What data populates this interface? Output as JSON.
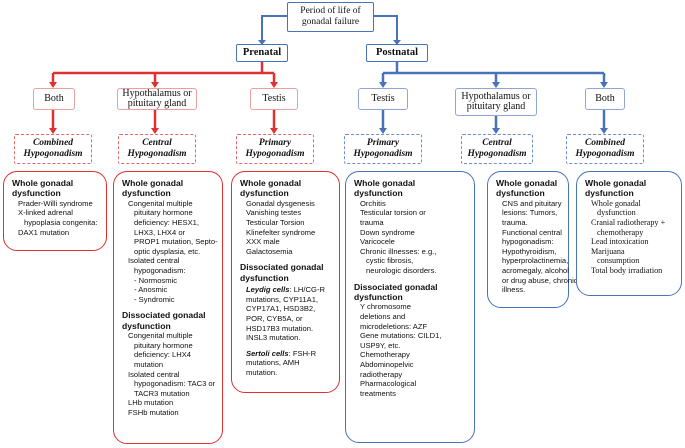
{
  "root": {
    "line1": "Period of life of",
    "line2": "gonadal failure"
  },
  "prenatal": {
    "label": "Prenatal",
    "categories": {
      "both": "Both",
      "hypo1": "Hypothalamus or",
      "hypo2": "pituitary gland",
      "testis": "Testis"
    },
    "diagnoses": {
      "combined1": "Combined",
      "combined2": "Hypogonadism",
      "central1": "Central",
      "central2": "Hypogonadism",
      "primary1": "Primary",
      "primary2": "Hypogonadism"
    },
    "both_box": {
      "heading": "Whole gonadal dysfunction",
      "lines": [
        "Prader-Willi syndrome",
        "X-linked adrenal",
        "hypoplasia congenita:",
        "DAX1 mutation"
      ]
    },
    "central_box": {
      "heading1": "Whole gonadal",
      "heading2": "dysfunction",
      "lines1": [
        "Congenital multiple",
        "pituitary hormone",
        "deficiency: HESX1,",
        "LHX3, LHX4 or",
        "PROP1 mutation, Septo-",
        "optic dysplasia, etc.",
        "Isolated central",
        "hypogonadism:",
        "- Normosmic",
        "- Anosmic",
        "- Syndromic"
      ],
      "heading3": "Dissociated gonadal",
      "heading4": "dysfunction",
      "lines2": [
        "Congenital multiple",
        "pituitary hormone",
        "deficiency: LHX4",
        "mutation",
        "Isolated central",
        "hypogonadism: TAC3 or",
        "TACR3 mutation",
        "LHb mutation",
        "FSHb mutation"
      ]
    },
    "primary_box": {
      "heading1": "Whole gonadal",
      "heading2": "dysfunction",
      "lines1": [
        "Gonadal dysgenesis",
        "Vanishing testes",
        "Testicular Torsion",
        "Klinefelter syndrome",
        "XXX male",
        "Galactosemia"
      ],
      "heading3": "Dissociated gonadal",
      "heading4": "dysfunction",
      "leydig_label": "Leydig cells",
      "leydig_lines": [
        ": LH/CG-R",
        "mutations, CYP11A1,",
        "CYP17A1, HSD3B2,",
        "POR, CYB5A, or",
        "HSD17B3 mutation.",
        "INSL3 mutation."
      ],
      "sertoli_label": "Sertoli cells",
      "sertoli_lines": [
        ": FSH-R",
        "mutations, AMH",
        "mutation."
      ]
    }
  },
  "postnatal": {
    "label": "Postnatal",
    "categories": {
      "testis": "Testis",
      "hypo1": "Hypothalamus or",
      "hypo2": "pituitary gland",
      "both": "Both"
    },
    "diagnoses": {
      "primary1": "Primary",
      "primary2": "Hypogonadism",
      "central1": "Central",
      "central2": "Hypogonadism",
      "combined1": "Combined",
      "combined2": "Hypogonadism"
    },
    "primary_box": {
      "heading1": "Whole gonadal",
      "heading2": "dysfunction",
      "lines1": [
        "Orchitis",
        "Testicular torsion or",
        "trauma",
        "Down syndrome",
        "Varicocele",
        "Chronic illnesses: e.g.,",
        "cystic fibrosis,",
        "neurologic disorders."
      ],
      "heading3": "Dissociated gonadal",
      "heading4": "dysfunction",
      "lines2": [
        "Y chromosome",
        "deletions and",
        "microdeletions: AZF",
        "Gene mutations: CILD1,",
        "USP9Y, etc.",
        "Chemotherapy",
        "Abdominopelvic",
        "radiotherapy",
        "Pharmacological",
        "treatments"
      ]
    },
    "central_box": {
      "heading1": "Whole gonadal",
      "heading2": "dysfunction",
      "lines": [
        "CNS and pituitary",
        "lesions: Tumors,",
        "trauma.",
        "Functional central",
        "hypogonadism:",
        "Hypothyroidism,",
        "hyperprolactinemia,",
        "acromegaly, alcohol",
        "or drug abuse, chronic",
        "illness."
      ]
    },
    "combined_box": {
      "heading1": "Whole gonadal",
      "heading2": "dysfunction",
      "lines": [
        "Whole gonadal",
        "dysfunction",
        "Cranial radiotherapy +",
        "chemotherapy",
        "Lead intoxication",
        "Marijuana",
        "consumption",
        "Total body irradiation"
      ]
    }
  },
  "colors": {
    "prenatal": "#e03030",
    "postnatal": "#4a72b8"
  }
}
